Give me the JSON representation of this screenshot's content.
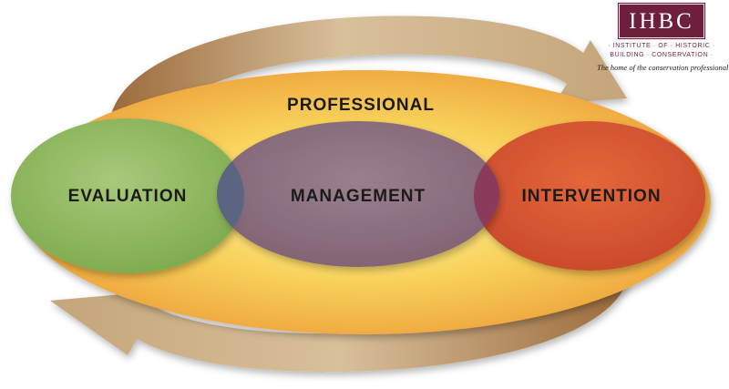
{
  "diagram": {
    "outer_label": "PROFESSIONAL",
    "circles": [
      {
        "label": "EVALUATION",
        "color": "#8fba5d"
      },
      {
        "label": "MANAGEMENT",
        "color": "#8a6b82"
      },
      {
        "label": "INTERVENTION",
        "color": "#d9582f"
      }
    ],
    "outer_ring_color": "#f6c64a",
    "arrow_color": "#b99769"
  },
  "logo": {
    "letters": "IHBC",
    "line1": "· INSTITUTE · OF · HISTORIC ·",
    "line2": "BUILDING · CONSERVATION ·",
    "tagline": "The home of the conservation professional",
    "color": "#6e1f3d"
  }
}
